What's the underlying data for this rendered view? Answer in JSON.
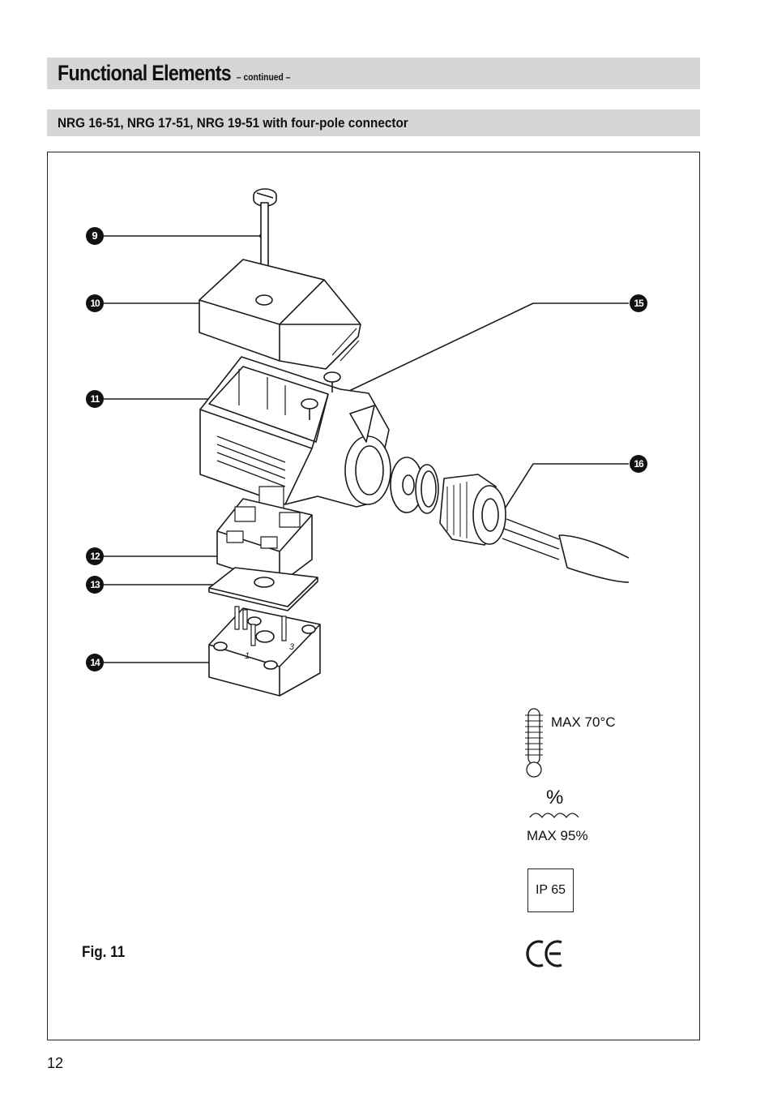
{
  "header": {
    "title": "Functional Elements",
    "continued": "– continued –"
  },
  "section": {
    "heading": "NRG 16-51, NRG 17-51, NRG 19-51 with four-pole connector"
  },
  "figure": {
    "caption": "Fig. 11",
    "callouts": [
      "9",
      "10",
      "11",
      "12",
      "13",
      "14",
      "15",
      "16"
    ],
    "pin_numbers": [
      "1",
      "3"
    ],
    "symbols": {
      "temperature": "MAX 70°C",
      "humidity_symbol": "%",
      "humidity": "MAX 95%",
      "protection": "IP 65",
      "conformity_mark": "CE"
    }
  },
  "page": {
    "number": "12"
  }
}
